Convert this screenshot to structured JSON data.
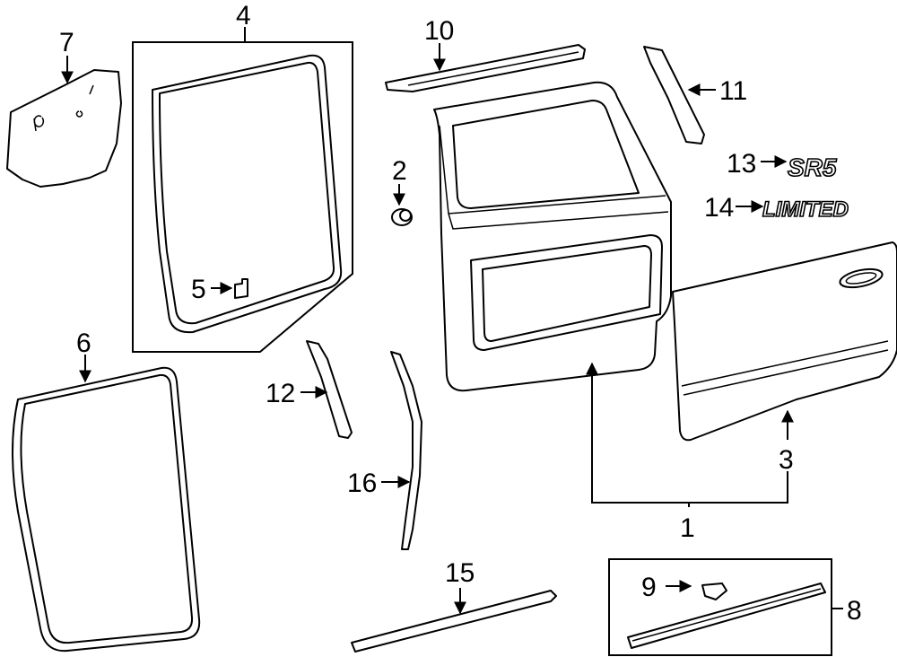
{
  "callouts": {
    "c1": "1",
    "c2": "2",
    "c3": "3",
    "c4": "4",
    "c5": "5",
    "c6": "6",
    "c7": "7",
    "c8": "8",
    "c9": "9",
    "c10": "10",
    "c11": "11",
    "c12": "12",
    "c13": "13",
    "c14": "14",
    "c15": "15",
    "c16": "16"
  },
  "emblems": {
    "sr5": "SR5",
    "limited": "LIMITED"
  }
}
